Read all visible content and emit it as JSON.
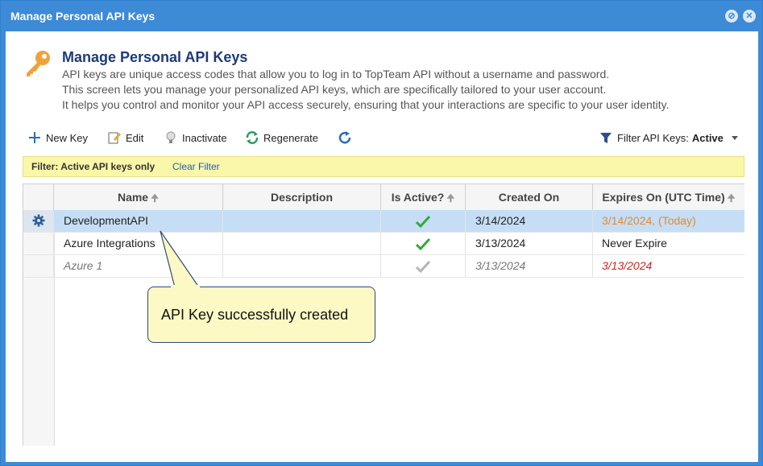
{
  "window": {
    "title": "Manage Personal API Keys"
  },
  "header": {
    "title": "Manage Personal API Keys",
    "lines": [
      "API keys are unique access codes that allow you to log in to TopTeam API without a username and password.",
      "This screen lets you manage your personalized API keys, which are specifically tailored to your user account.",
      "It helps you control and monitor your API access securely, ensuring that your interactions are specific to your user identity."
    ]
  },
  "toolbar": {
    "new_key": "New Key",
    "edit": "Edit",
    "inactivate": "Inactivate",
    "regenerate": "Regenerate",
    "filter_label": "Filter API Keys:",
    "filter_value": "Active"
  },
  "filterbar": {
    "label": "Filter:  Active API keys only",
    "clear": "Clear Filter"
  },
  "grid": {
    "columns": [
      "Name",
      "Description",
      "Is Active?",
      "Created On",
      "Expires On (UTC Time)"
    ],
    "rows": [
      {
        "name": "DevelopmentAPI",
        "description": "",
        "created": "3/14/2024",
        "expires": "3/14/2024, (Today)"
      },
      {
        "name": "Azure Integrations",
        "description": "",
        "created": "3/13/2024",
        "expires": "Never Expire"
      },
      {
        "name": "Azure 1",
        "description": "",
        "created": "3/13/2024",
        "expires": "3/13/2024"
      }
    ]
  },
  "callout": {
    "text": "API Key successfully created"
  },
  "colors": {
    "titlebar": "#3d8ad6",
    "accent": "#1f3a7a",
    "selected_row": "#c5def5",
    "filter_bg": "#fbf7a8"
  }
}
